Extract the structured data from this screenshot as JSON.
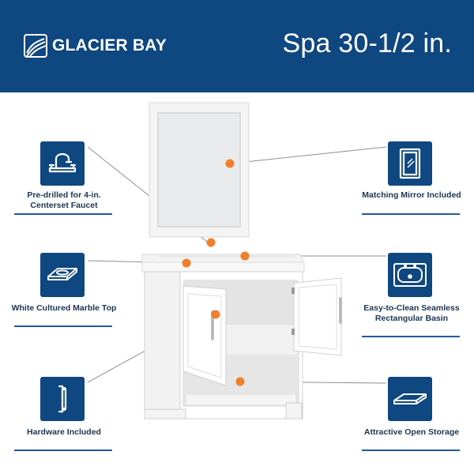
{
  "brand": {
    "name": "GLACIER BAY"
  },
  "product": {
    "title": "Spa 30-1/2 in."
  },
  "features": [
    {
      "id": "faucet",
      "label": "Pre-drilled for 4-in. Centerset Faucet",
      "icon": "faucet-icon"
    },
    {
      "id": "marble",
      "label": "White Cultured Marble Top",
      "icon": "vanity-top-icon"
    },
    {
      "id": "hardware",
      "label": "Hardware Included",
      "icon": "handle-icon"
    },
    {
      "id": "mirror",
      "label": "Matching Mirror Included",
      "icon": "mirror-icon"
    },
    {
      "id": "basin",
      "label": "Easy-to-Clean Seamless Rectangular Basin",
      "icon": "basin-icon"
    },
    {
      "id": "storage",
      "label": "Attractive Open Storage",
      "icon": "shelf-icon"
    }
  ],
  "colors": {
    "banner": "#0f4780",
    "icon_bg": "#0f4780",
    "accent_dot": "#f07f2b",
    "label_text": "#1e3550",
    "underline": "#1f5aa0"
  }
}
